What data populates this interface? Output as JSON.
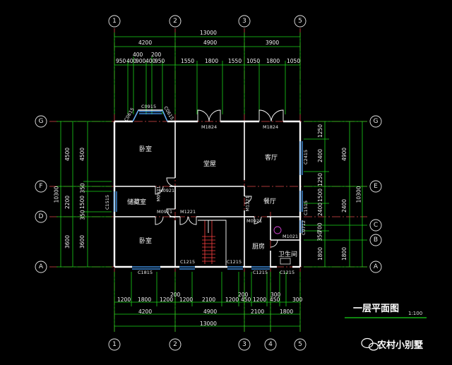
{
  "axes": {
    "top": [
      "1",
      "2",
      "3",
      "5"
    ],
    "bottom": [
      "1",
      "2",
      "3",
      "4",
      "5"
    ],
    "left": [
      "G",
      "F",
      "D",
      "A"
    ],
    "right": [
      "G",
      "E",
      "C",
      "B",
      "A"
    ]
  },
  "dims_top": {
    "total": "13000",
    "bays": [
      "4200",
      "4900",
      "3900"
    ],
    "small": [
      "400",
      "200"
    ],
    "details": [
      "950",
      "400",
      "900",
      "400",
      "950",
      "1550",
      "1800",
      "1550",
      "1050",
      "1800",
      "1050"
    ]
  },
  "dims_bottom": {
    "details": [
      "1200",
      "1800",
      "1200",
      "1200",
      "2100",
      "1200",
      "450",
      "1200",
      "450",
      "300"
    ],
    "small": [
      "200",
      "200",
      "300"
    ],
    "bays": [
      "4200",
      "4900",
      "2100",
      "1800"
    ],
    "total": "13000"
  },
  "dims_left": {
    "outer": [
      "10300"
    ],
    "mid": [
      "4500",
      "2200",
      "3600"
    ],
    "inner": [
      "4500",
      "350",
      "1500",
      "350",
      "3600"
    ]
  },
  "dims_right": {
    "outer": [
      "10300"
    ],
    "mid": [
      "4900",
      "2400",
      "1800"
    ],
    "inner": [
      "1250",
      "2400",
      "1250",
      "1500",
      "2400",
      "700",
      "350",
      "1800"
    ]
  },
  "rooms": {
    "bedroom_top": "卧室",
    "storage": "储藏室",
    "bedroom_bottom": "卧室",
    "hall": "堂屋",
    "living": "客厅",
    "dining": "餐厅",
    "kitchen": "厨房",
    "bath": "卫生间"
  },
  "openings": {
    "c0915": "C0915",
    "c0615_l": "C0615",
    "c0615_r": "C0615",
    "m1824_l": "M1824",
    "m1824_r": "M1824",
    "c2415": "C2415",
    "c1515_l": "C1515",
    "c1515_r": "C1515",
    "m0921_a": "M0921",
    "m0921_b": "M0921",
    "m0921_c": "M0921",
    "m0921_d": "M0921",
    "m1221_a": "M1221",
    "m1221_b": "M1221",
    "m1021": "M1021",
    "c0712": "C0712",
    "c1815": "C1815",
    "c1215_a": "C1215",
    "c1215_b": "C1215",
    "c1215_c": "C1215"
  },
  "title": "一层平面图",
  "scale": "1:100",
  "watermark": "农村小别墅",
  "colors": {
    "background": "#000000",
    "wall": "#ffffff",
    "dimension_line": "#18d418",
    "axis_line": "#e04a4a",
    "door": "#ffffff",
    "window": "#4aa3ff",
    "stair": "#ff4040",
    "text": "#f2f2f2"
  }
}
